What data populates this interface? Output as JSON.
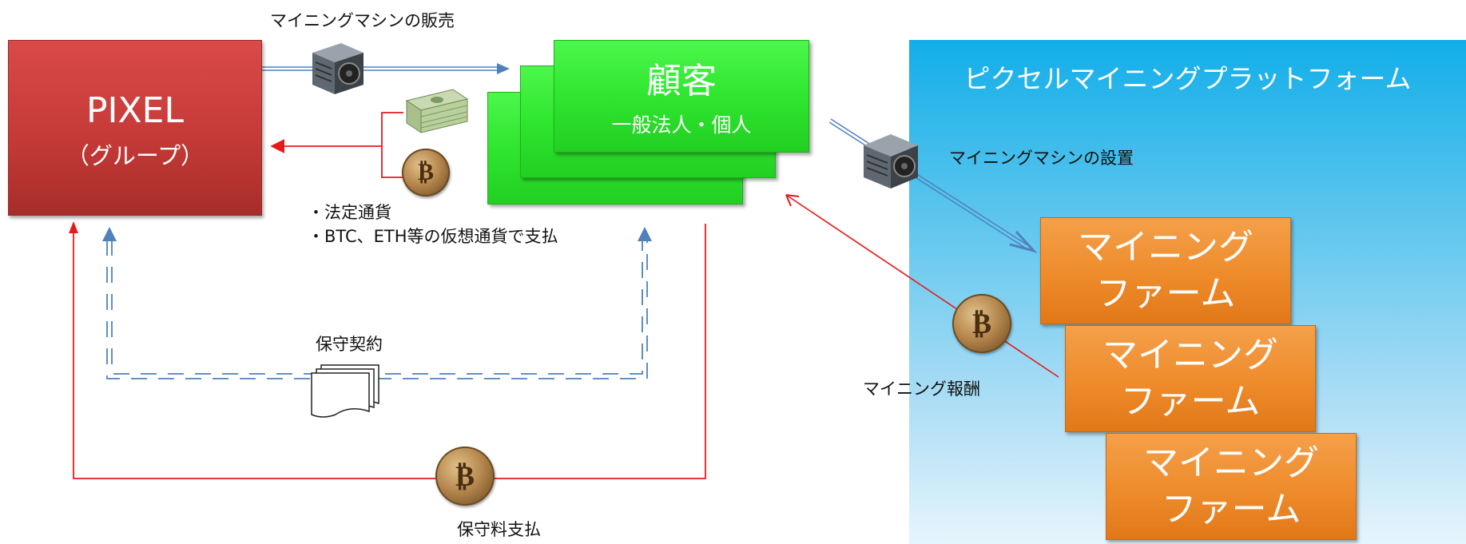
{
  "platform": {
    "title": "ピクセルマイニングプラットフォーム"
  },
  "pixel": {
    "title": "PIXEL",
    "subtitle": "（グループ）"
  },
  "customer": {
    "title": "顧客",
    "subtitle": "一般法人・個人"
  },
  "farms": [
    {
      "line1": "マイニング",
      "line2": "ファーム"
    },
    {
      "line1": "マイニング",
      "line2": "ファーム"
    },
    {
      "line1": "マイニング",
      "line2": "ファーム"
    }
  ],
  "labels": {
    "machine_sale": "マイニングマシンの販売",
    "payment_fiat": "・法定通貨",
    "payment_crypto": "・BTC、ETH等の仮想通貨で支払",
    "machine_install": "マイニングマシンの設置",
    "mining_reward": "マイニング報酬",
    "maintenance_contract": "保守契約",
    "maintenance_fee": "保守料支払"
  },
  "icons": {
    "coin": "bitcoin-coin-icon",
    "machine": "mining-machine-icon",
    "cash": "cash-stack-icon",
    "document": "document-stack-icon"
  },
  "colors": {
    "pixel_red": "#c53a37",
    "customer_green": "#2fe62f",
    "farm_orange": "#ee8b2b",
    "platform_blue": "#12aee9",
    "arrow_red": "#e51b1b",
    "arrow_blue": "#4f81bd"
  }
}
